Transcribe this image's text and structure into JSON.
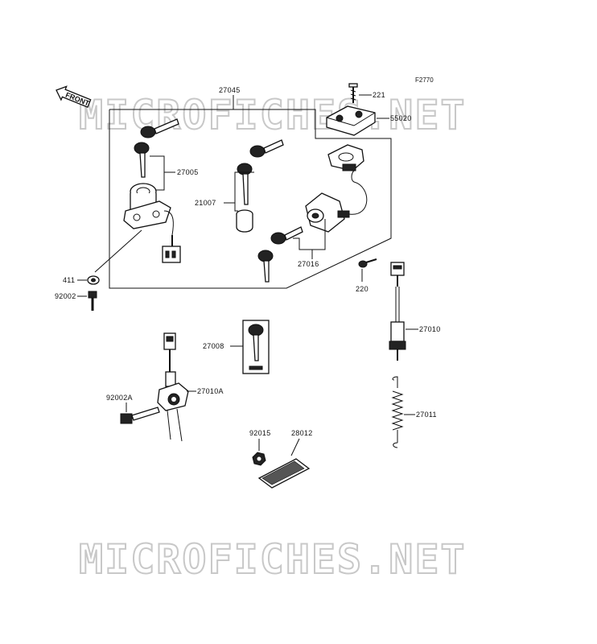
{
  "diagram": {
    "figure_code": "F2770",
    "front_label": "FRONT",
    "watermark_text": "MICROFICHES.NET",
    "callouts": {
      "p27045": "27045",
      "p221": "221",
      "p55020": "55020",
      "p27005": "27005",
      "p21007": "21007",
      "p27016": "27016",
      "p411": "411",
      "p92002": "92002",
      "p220": "220",
      "p27010": "27010",
      "p27008": "27008",
      "p27010A": "27010A",
      "p92002A": "92002A",
      "p27011": "27011",
      "p92015": "92015",
      "p28012": "28012"
    }
  }
}
